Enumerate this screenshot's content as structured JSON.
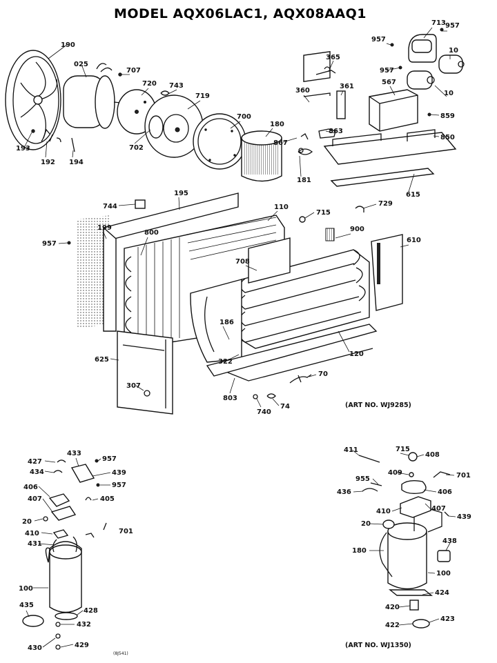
{
  "title": "MODEL AQX06LAC1, AQX08AAQ1",
  "art_numbers": {
    "main": "(ART NO. WJ9285)",
    "compressor_right": "(ART NO. WJ1350)",
    "compressor_left_small": "(8J541)"
  },
  "parts_main": {
    "p190": "190",
    "p025": "025",
    "p707": "707",
    "p720": "720",
    "p743": "743",
    "p719": "719",
    "p700": "700",
    "p180": "180",
    "p193": "193",
    "p192": "192",
    "p194": "194",
    "p702": "702",
    "p365": "365",
    "p361": "361",
    "p360": "360",
    "p567": "567",
    "p957a": "957",
    "p713": "713",
    "p957b": "957",
    "p10a": "10",
    "p957c": "957",
    "p10b": "10",
    "p859": "859",
    "p850": "850",
    "p863": "863",
    "p867": "867",
    "p181": "181",
    "p615": "615",
    "p744": "744",
    "p195": "195",
    "p110": "110",
    "p715": "715",
    "p729": "729",
    "p199": "199",
    "p957d": "957",
    "p800": "800",
    "p900": "900",
    "p610": "610",
    "p708": "708",
    "p186": "186",
    "p120": "120",
    "p625": "625",
    "p322": "322",
    "p70": "70",
    "p307": "307",
    "p803": "803",
    "p740": "740",
    "p74": "74"
  },
  "parts_left": {
    "p427": "427",
    "p433": "433",
    "p957a": "957",
    "p434": "434",
    "p439": "439",
    "p406": "406",
    "p957b": "957",
    "p407": "407",
    "p405": "405",
    "p20": "20",
    "p410": "410",
    "p701": "701",
    "p431": "431",
    "p100": "100",
    "p435": "435",
    "p428": "428",
    "p432": "432",
    "p430": "430",
    "p429": "429"
  },
  "parts_right": {
    "p411": "411",
    "p715": "715",
    "p408": "408",
    "p409": "409",
    "p701": "701",
    "p955": "955",
    "p436": "436",
    "p406": "406",
    "p410": "410",
    "p407": "407",
    "p20": "20",
    "p439": "439",
    "p180": "180",
    "p438": "438",
    "p100": "100",
    "p424": "424",
    "p420": "420",
    "p422": "422",
    "p423": "423"
  }
}
